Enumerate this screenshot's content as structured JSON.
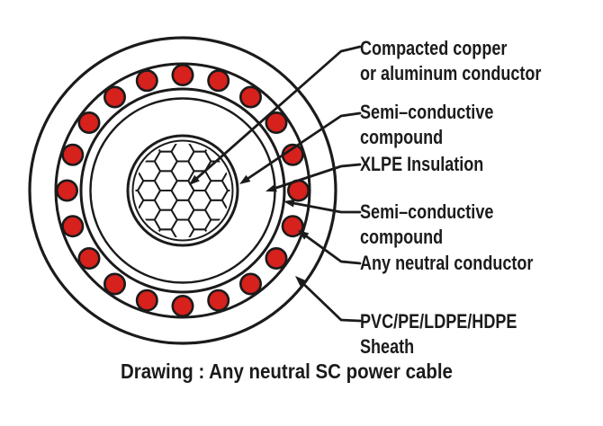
{
  "diagram": {
    "caption": "Drawing : Any neutral SC power cable",
    "labels": [
      {
        "id": "compacted-conductor",
        "text": "Compacted copper\nor aluminum conductor"
      },
      {
        "id": "inner-semiconductive",
        "text": "Semi–conductive compound"
      },
      {
        "id": "xlpe-insulation",
        "text": "XLPE Insulation"
      },
      {
        "id": "outer-semiconductive",
        "text": "Semi–conductive compound"
      },
      {
        "id": "neutral-conductor",
        "text": "Any neutral conductor"
      },
      {
        "id": "sheath",
        "text": "PVC/PE/LDPE/HDPE  Sheath"
      }
    ],
    "neutral_conductor_count": 20,
    "colors": {
      "conductor_dot_red": "#d6211d",
      "line_black": "#1b1b1b",
      "background": "#ffffff"
    }
  }
}
